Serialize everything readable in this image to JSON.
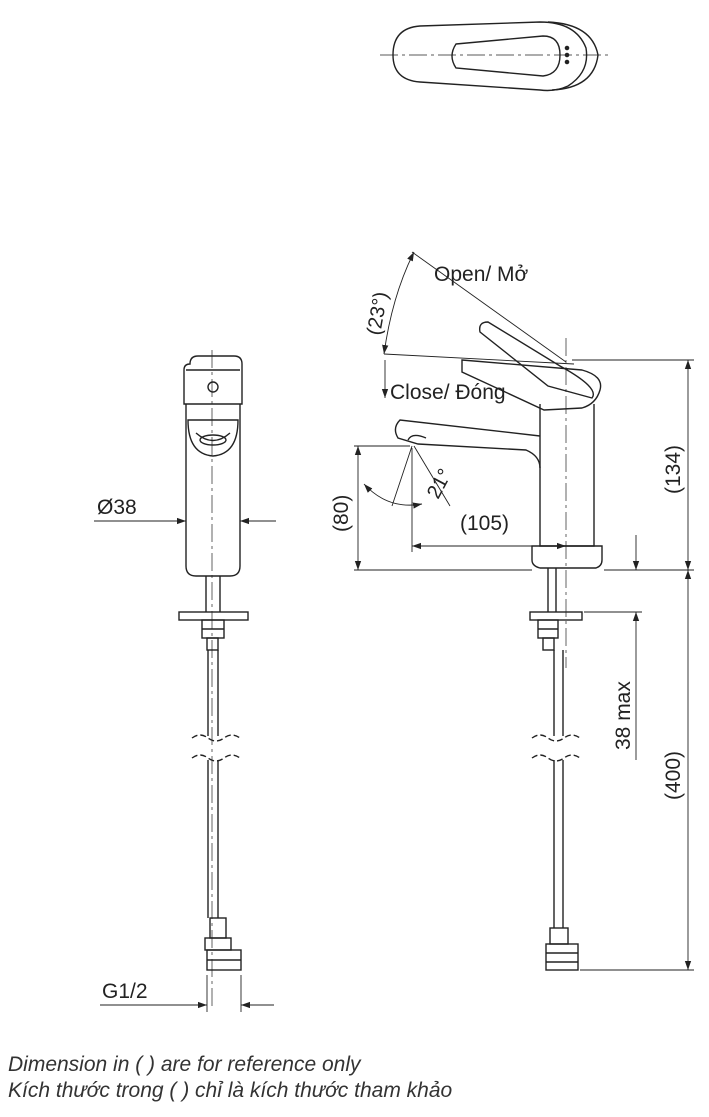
{
  "labels": {
    "open": "Open/ Mở",
    "close": "Close/ Đóng",
    "angle_open": "(23°)",
    "angle_spout": "21°",
    "diameter": "Ø38",
    "height_spout": "(80)",
    "reach": "(105)",
    "height_total": "(134)",
    "deck_thickness": "38 max",
    "hose_length": "(400)",
    "thread": "G1/2"
  },
  "notes": {
    "line1": "Dimension in ( ) are for reference only",
    "line2": "Kích thước trong ( ) chỉ là kích thước tham khảo"
  }
}
